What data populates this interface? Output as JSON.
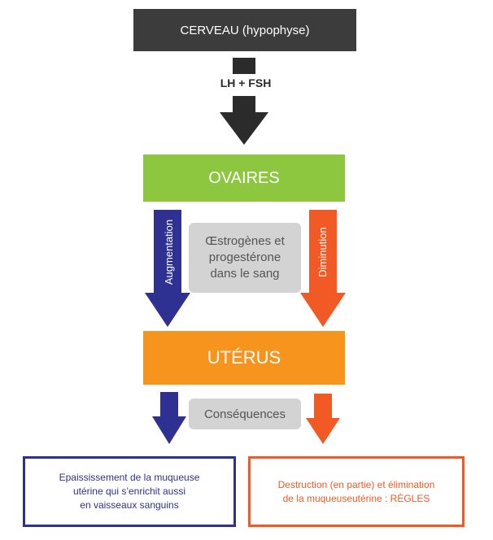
{
  "nodes": {
    "brain": "CERVEAU (hypophyse)",
    "hormones": "LH + FSH",
    "ovaries": "OVAIRES",
    "blood_hormones": "Œstrogènes et\nprogestérone\ndans le sang",
    "uterus": "UTÉRUS",
    "consequences": "Conséquences",
    "left_result": "Epaississement de la muqueuse\nutérine qui s’enrichit aussi\nen vaisseaux sanguins",
    "right_result": "Destruction (en partie) et élimination\nde la muqueuseutérine : RÈGLES"
  },
  "arrows": {
    "increase_label": "Augmentation",
    "decrease_label": "Diminution"
  },
  "colors": {
    "dark": "#3c3c3c",
    "green": "#8dc63f",
    "orange": "#f7941d",
    "blue": "#2e3192",
    "red_orange": "#f15a24",
    "grey": "#d3d3d3"
  }
}
